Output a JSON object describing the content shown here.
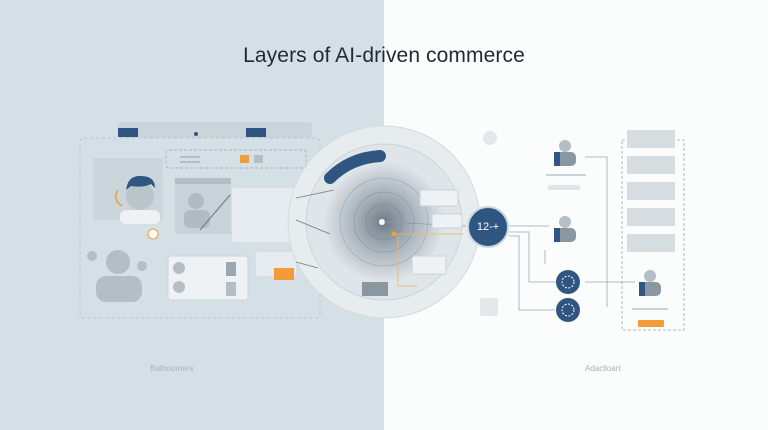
{
  "title": "Layers of AI-driven commerce",
  "left_panel": {
    "caption": "Bathourners"
  },
  "right_panel": {
    "caption": "Adaclloart"
  },
  "center": {
    "badge_label": "12-+"
  },
  "colors": {
    "left_background": "#d5e0e6",
    "right_background": "#fbfcfc",
    "accent_navy": "#2f5581",
    "accent_orange": "#f39a3a",
    "line_gray": "#9aa7b1"
  }
}
